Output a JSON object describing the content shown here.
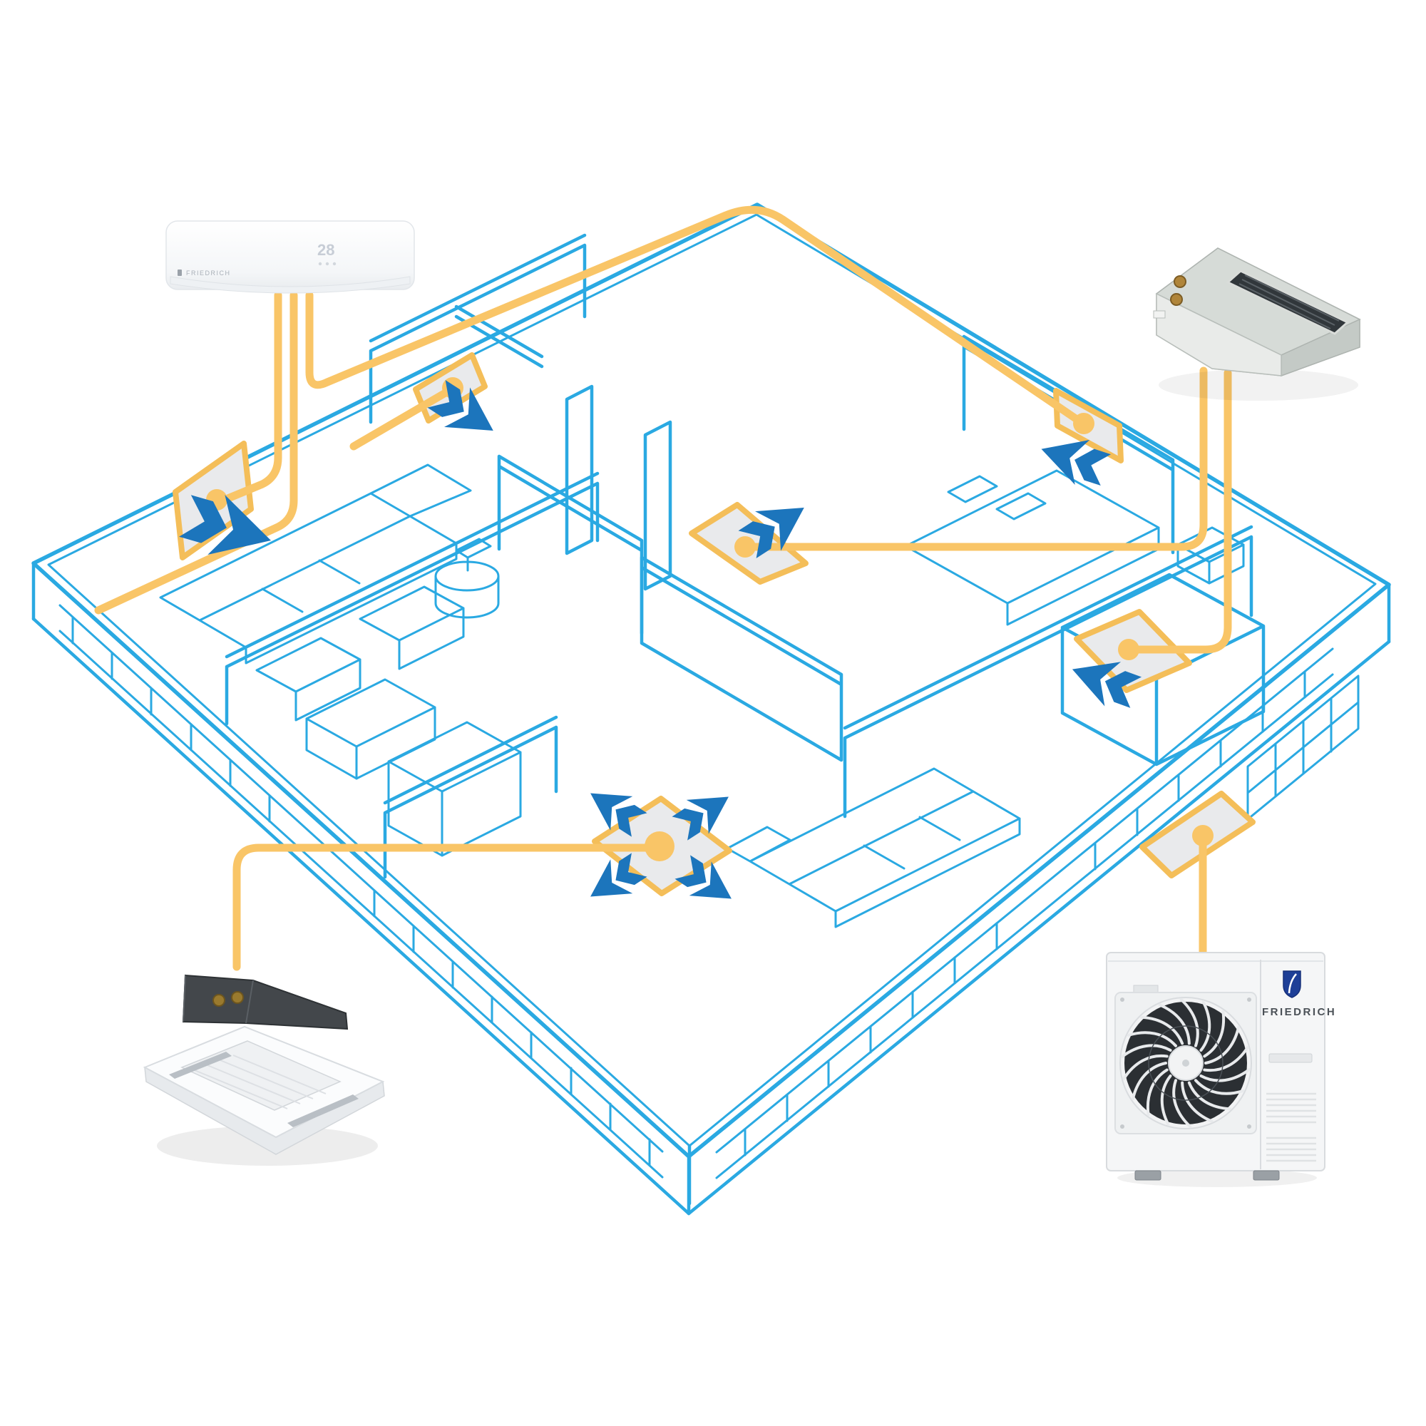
{
  "colors": {
    "plan_line": "#2AA9E2",
    "pipe": "#F9C567",
    "arrow": "#1C75BC",
    "panel_fill": "#E9EAEC",
    "panel_stroke": "#F4BE59",
    "background": "#FFFFFF"
  },
  "wall_unit": {
    "display_temperature": "28",
    "brand": "FRIEDRICH"
  },
  "outdoor_unit": {
    "brand": "FRIEDRICH"
  },
  "icons": {
    "airflow_arrow": "double-chevron-arrow",
    "pipe_node": "circle-dot",
    "brand_logo": "shield"
  }
}
